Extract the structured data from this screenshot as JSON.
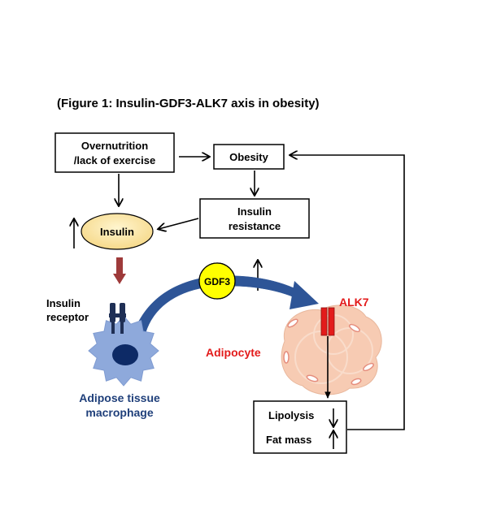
{
  "title": "(Figure 1: Insulin-GDF3-ALK7 axis in obesity)",
  "boxes": {
    "overnutrition": {
      "line1": "Overnutrition",
      "line2": "/lack of exercise"
    },
    "obesity": "Obesity",
    "insulin_resistance": {
      "line1": "Insulin",
      "line2": "resistance"
    },
    "outcomes": {
      "lipolysis": "Lipolysis",
      "fat_mass": "Fat mass"
    }
  },
  "nodes": {
    "insulin": "Insulin",
    "gdf3": "GDF3",
    "alk7": "ALK7",
    "insulin_receptor": {
      "line1": "Insulin",
      "line2": "receptor"
    },
    "adipocyte": "Adipocyte",
    "macrophage": {
      "line1": "Adipose tissue",
      "line2": "macrophage"
    }
  },
  "indicators": {
    "insulin_level": "increase",
    "gdf3_level": "increase",
    "lipolysis": "decrease",
    "fat_mass": "increase"
  },
  "colors": {
    "insulin_fill": "#fde9a6",
    "gdf3_fill": "#ffff00",
    "alk7_red": "#e31b1b",
    "alk7_label": "#e31b1b",
    "adipocyte_label": "#e31b1b",
    "macrophage_label": "#1f3f7a",
    "receptor_navy": "#1f2f55",
    "macrophage_cell": "#8ea9db",
    "macrophage_nucleus": "#0d2a66",
    "adipocyte_cell": "#f7cbb3",
    "brown_arrow": "#9e3a3a",
    "blue_arrow": "#2e5597"
  }
}
